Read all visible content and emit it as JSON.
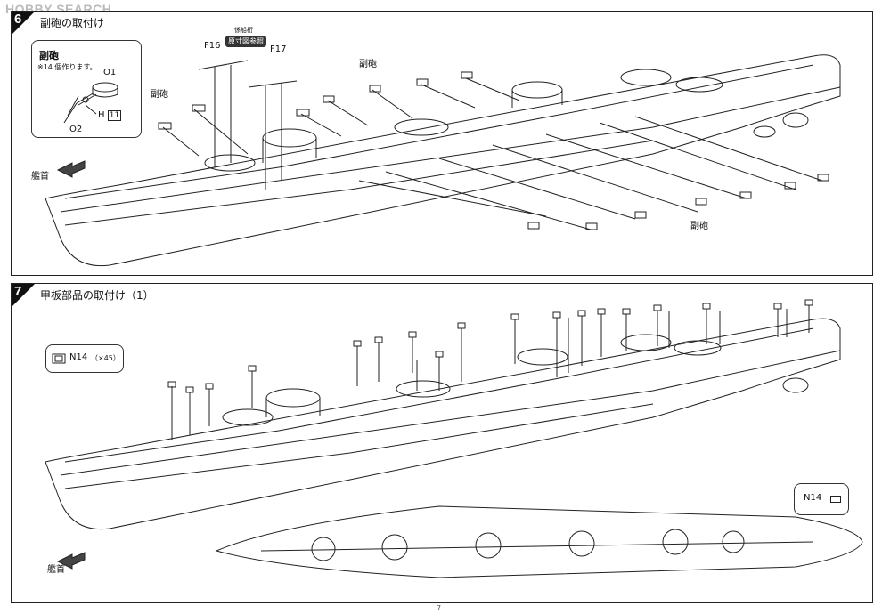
{
  "watermark": "HOBBY SEARCH",
  "page_number": "7",
  "step6": {
    "number": "6",
    "title": "副砲の取付け",
    "inset_title": "副砲",
    "inset_note": "※14 個作ります。",
    "inset_parts": {
      "o1": "O1",
      "o2": "O2",
      "h": "H",
      "h_num": "11"
    },
    "parts": {
      "f16": "F16",
      "f17": "F17"
    },
    "ref_small": "係船桁",
    "ref_badge": "原寸図参照",
    "labels": {
      "fukuhou_left": "副砲",
      "fukuhou_top": "副砲",
      "fukuhou_right": "副砲"
    },
    "bow_label": "艦首"
  },
  "step7": {
    "number": "7",
    "title": "甲板部品の取付け（1）",
    "part_code": "N14",
    "part_count": "（×45）",
    "detail_part": "N14",
    "bow_label": "艦首"
  }
}
